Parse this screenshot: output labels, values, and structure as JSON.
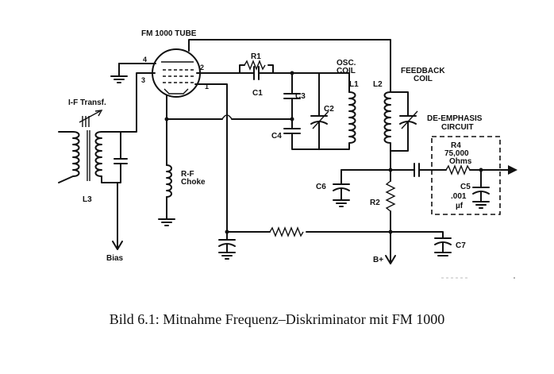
{
  "labels": {
    "tube": "FM 1000 TUBE",
    "pin4": "4",
    "pin3": "3",
    "pin2": "2",
    "pin1": "1",
    "r1": "R1",
    "c1": "C1",
    "c3": "C3",
    "c2": "C2",
    "c4": "C4",
    "osc_coil_1": "OSC.",
    "osc_coil_2": "COIL",
    "l1": "L1",
    "l2": "L2",
    "feedback_coil_1": "FEEDBACK",
    "feedback_coil_2": "COIL",
    "if_transf": "I-F Transf.",
    "l3": "L3",
    "bias": "Bias",
    "rf_choke_1": "R-F",
    "rf_choke_2": "Choke",
    "deemph_1": "DE-EMPHASIS",
    "deemph_2": "CIRCUIT",
    "r4": "R4",
    "r4_value": "75,000",
    "r4_unit": "Ohms",
    "c5": "C5",
    "c5_value": ".001",
    "c5_unit": "µf",
    "c6": "C6",
    "r2": "R2",
    "c7": "C7",
    "bplus": "B+"
  },
  "caption": "Bild 6.1: Mitnahme Frequenz–Diskriminator mit FM 1000"
}
